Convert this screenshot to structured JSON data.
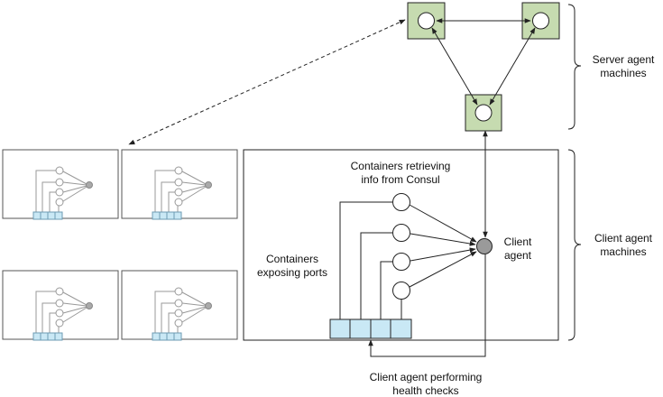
{
  "labels": {
    "server_agent": [
      "Server agent",
      "machines"
    ],
    "client_agent_machines": [
      "Client agent",
      "machines"
    ],
    "containers_retrieving": [
      "Containers retrieving",
      "info from Consul"
    ],
    "containers_exposing": [
      "Containers",
      "exposing ports"
    ],
    "client_agent": [
      "Client",
      "agent"
    ],
    "health_checks": [
      "Client agent performing",
      "health checks"
    ]
  },
  "colors": {
    "server_fill": "#c6dbb0",
    "port_fill": "#c9e8f5",
    "agent_fill": "#9a9a9a",
    "line": "#222222",
    "thumb_line": "#9a9a9a"
  },
  "icons": {
    "bracket": "right-brace",
    "arrow": "arrowhead"
  }
}
